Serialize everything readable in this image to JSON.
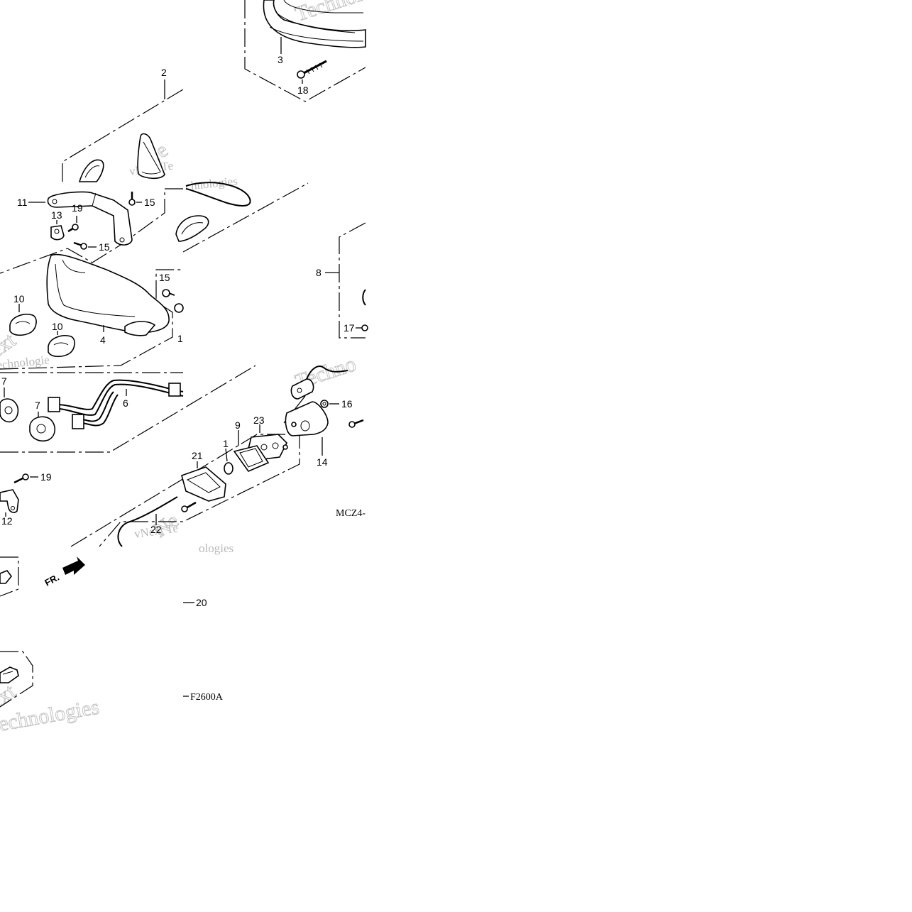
{
  "diagram": {
    "callouts": {
      "c1": "1",
      "c2": "2",
      "c3": "3",
      "c4": "4",
      "c6": "6",
      "c7a": "7",
      "c7b": "7",
      "c8": "8",
      "c9": "9",
      "c10a": "10",
      "c10b": "10",
      "c11": "11",
      "c12": "12",
      "c13": "13",
      "c14": "14",
      "c15a": "15",
      "c15b": "15",
      "c15c": "15",
      "c16": "16",
      "c17": "17",
      "c18": "18",
      "c19a": "19",
      "c19b": "19",
      "c20": "20",
      "c21": "21",
      "c22": "22",
      "c23": "23"
    },
    "front_arrow": "FR.",
    "code_main": "MCZ4-",
    "code_ref": "F2600A",
    "watermarks": {
      "w1": "vNext Technologies",
      "w2": "vNext Te",
      "w3": "chnologies",
      "w4": "echnologie",
      "w5": "Technolo",
      "w6": "Techno",
      "w7": "ologies",
      "w8": "echnologies",
      "w9": "Next",
      "w10": "Ne",
      "w11": "Next",
      "w12": "ext"
    }
  }
}
